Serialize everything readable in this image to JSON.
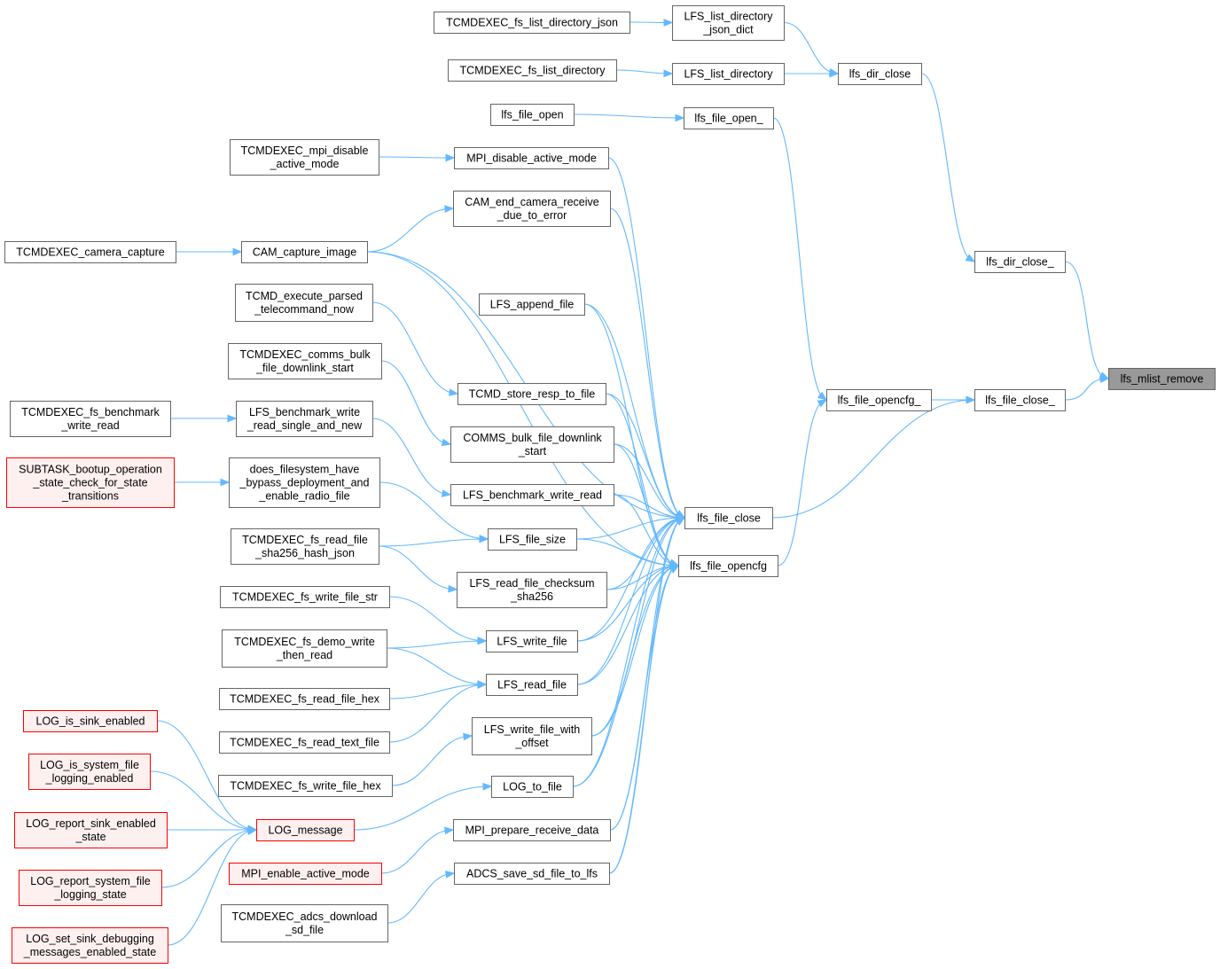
{
  "colors": {
    "edge": "#63b8ff",
    "node_border": "#666666",
    "node_fill": "#ffffff",
    "highlight_fill": "#fff0f0",
    "highlight_border": "#ff0000",
    "target_fill": "#999999"
  },
  "nodes": {
    "lfs_mlist_remove": [
      "lfs_mlist_remove"
    ],
    "lfs_file_close_": [
      "lfs_file_close_"
    ],
    "lfs_dir_close_": [
      "lfs_dir_close_"
    ],
    "lfs_dir_close": [
      "lfs_dir_close"
    ],
    "lfs_file_opencfg_": [
      "lfs_file_opencfg_"
    ],
    "lfs_file_open_": [
      "lfs_file_open_"
    ],
    "lfs_file_close": [
      "lfs_file_close"
    ],
    "lfs_file_opencfg": [
      "lfs_file_opencfg"
    ],
    "LFS_list_directory_json_dict": [
      "LFS_list_directory",
      "_json_dict"
    ],
    "LFS_list_directory": [
      "LFS_list_directory"
    ],
    "TCMDEXEC_fs_list_directory_json": [
      "TCMDEXEC_fs_list_directory_json"
    ],
    "TCMDEXEC_fs_list_directory": [
      "TCMDEXEC_fs_list_directory"
    ],
    "lfs_file_open": [
      "lfs_file_open"
    ],
    "MPI_disable_active_mode": [
      "MPI_disable_active_mode"
    ],
    "TCMDEXEC_mpi_disable_active_mode": [
      "TCMDEXEC_mpi_disable",
      "_active_mode"
    ],
    "CAM_end_camera_receive_due_to_error": [
      "CAM_end_camera_receive",
      "_due_to_error"
    ],
    "CAM_capture_image": [
      "CAM_capture_image"
    ],
    "TCMDEXEC_camera_capture": [
      "TCMDEXEC_camera_capture"
    ],
    "LFS_append_file": [
      "LFS_append_file"
    ],
    "TCMD_execute_parsed_telecommand_now": [
      "TCMD_execute_parsed",
      "_telecommand_now"
    ],
    "TCMD_store_resp_to_file": [
      "TCMD_store_resp_to_file"
    ],
    "TCMDEXEC_comms_bulk_file_downlink_start": [
      "TCMDEXEC_comms_bulk",
      "_file_downlink_start"
    ],
    "COMMS_bulk_file_downlink_start": [
      "COMMS_bulk_file_downlink",
      "_start"
    ],
    "TCMDEXEC_fs_benchmark_write_read": [
      "TCMDEXEC_fs_benchmark",
      "_write_read"
    ],
    "LFS_benchmark_write_read_single_and_new": [
      "LFS_benchmark_write",
      "_read_single_and_new"
    ],
    "LFS_benchmark_write_read": [
      "LFS_benchmark_write_read"
    ],
    "SUBTASK_bootup_operation_state_check_for_state_transitions": [
      "SUBTASK_bootup_operation",
      "_state_check_for_state",
      "_transitions"
    ],
    "does_filesystem_have_bypass_deployment_and_enable_radio_file": [
      "does_filesystem_have",
      "_bypass_deployment_and",
      "_enable_radio_file"
    ],
    "LFS_file_size": [
      "LFS_file_size"
    ],
    "TCMDEXEC_fs_read_file_sha256_hash_json": [
      "TCMDEXEC_fs_read_file",
      "_sha256_hash_json"
    ],
    "LFS_read_file_checksum_sha256": [
      "LFS_read_file_checksum",
      "_sha256"
    ],
    "TCMDEXEC_fs_write_file_str": [
      "TCMDEXEC_fs_write_file_str"
    ],
    "TCMDEXEC_fs_demo_write_then_read": [
      "TCMDEXEC_fs_demo_write",
      "_then_read"
    ],
    "LFS_write_file": [
      "LFS_write_file"
    ],
    "TCMDEXEC_fs_read_file_hex": [
      "TCMDEXEC_fs_read_file_hex"
    ],
    "LFS_read_file": [
      "LFS_read_file"
    ],
    "TCMDEXEC_fs_read_text_file": [
      "TCMDEXEC_fs_read_text_file"
    ],
    "LFS_write_file_with_offset": [
      "LFS_write_file_with",
      "_offset"
    ],
    "TCMDEXEC_fs_write_file_hex": [
      "TCMDEXEC_fs_write_file_hex"
    ],
    "LOG_to_file": [
      "LOG_to_file"
    ],
    "LOG_message": [
      "LOG_message"
    ],
    "MPI_prepare_receive_data": [
      "MPI_prepare_receive_data"
    ],
    "MPI_enable_active_mode": [
      "MPI_enable_active_mode"
    ],
    "ADCS_save_sd_file_to_lfs": [
      "ADCS_save_sd_file_to_lfs"
    ],
    "TCMDEXEC_adcs_download_sd_file": [
      "TCMDEXEC_adcs_download",
      "_sd_file"
    ],
    "LOG_is_sink_enabled": [
      "LOG_is_sink_enabled"
    ],
    "LOG_is_system_file_logging_enabled": [
      "LOG_is_system_file",
      "_logging_enabled"
    ],
    "LOG_report_sink_enabled_state": [
      "LOG_report_sink_enabled",
      "_state"
    ],
    "LOG_report_system_file_logging_state": [
      "LOG_report_system_file",
      "_logging_state"
    ],
    "LOG_set_sink_debugging_messages_enabled_state": [
      "LOG_set_sink_debugging",
      "_messages_enabled_state"
    ]
  },
  "edges": [
    [
      "TCMDEXEC_fs_list_directory_json",
      "LFS_list_directory_json_dict"
    ],
    [
      "LFS_list_directory_json_dict",
      "lfs_dir_close"
    ],
    [
      "TCMDEXEC_fs_list_directory",
      "LFS_list_directory"
    ],
    [
      "LFS_list_directory",
      "lfs_dir_close"
    ],
    [
      "lfs_dir_close",
      "lfs_dir_close_"
    ],
    [
      "lfs_dir_close_",
      "lfs_mlist_remove"
    ],
    [
      "lfs_file_close_",
      "lfs_mlist_remove"
    ],
    [
      "lfs_file_open",
      "lfs_file_open_"
    ],
    [
      "lfs_file_open_",
      "lfs_file_opencfg_"
    ],
    [
      "lfs_file_opencfg_",
      "lfs_file_close_"
    ],
    [
      "lfs_file_close",
      "lfs_file_close_"
    ],
    [
      "lfs_file_opencfg",
      "lfs_file_opencfg_"
    ],
    [
      "TCMDEXEC_mpi_disable_active_mode",
      "MPI_disable_active_mode"
    ],
    [
      "CAM_capture_image",
      "CAM_end_camera_receive_due_to_error"
    ],
    [
      "TCMDEXEC_camera_capture",
      "CAM_capture_image"
    ],
    [
      "TCMD_execute_parsed_telecommand_now",
      "TCMD_store_resp_to_file"
    ],
    [
      "TCMDEXEC_comms_bulk_file_downlink_start",
      "COMMS_bulk_file_downlink_start"
    ],
    [
      "TCMDEXEC_fs_benchmark_write_read",
      "LFS_benchmark_write_read_single_and_new"
    ],
    [
      "LFS_benchmark_write_read_single_and_new",
      "LFS_benchmark_write_read"
    ],
    [
      "SUBTASK_bootup_operation_state_check_for_state_transitions",
      "does_filesystem_have_bypass_deployment_and_enable_radio_file"
    ],
    [
      "does_filesystem_have_bypass_deployment_and_enable_radio_file",
      "LFS_file_size"
    ],
    [
      "TCMDEXEC_fs_read_file_sha256_hash_json",
      "LFS_file_size"
    ],
    [
      "TCMDEXEC_fs_read_file_sha256_hash_json",
      "LFS_read_file_checksum_sha256"
    ],
    [
      "TCMDEXEC_fs_write_file_str",
      "LFS_write_file"
    ],
    [
      "TCMDEXEC_fs_demo_write_then_read",
      "LFS_write_file"
    ],
    [
      "TCMDEXEC_fs_demo_write_then_read",
      "LFS_read_file"
    ],
    [
      "TCMDEXEC_fs_read_file_hex",
      "LFS_read_file"
    ],
    [
      "TCMDEXEC_fs_read_text_file",
      "LFS_read_file"
    ],
    [
      "TCMDEXEC_fs_write_file_hex",
      "LFS_write_file_with_offset"
    ],
    [
      "LOG_message",
      "LOG_to_file"
    ],
    [
      "MPI_enable_active_mode",
      "MPI_prepare_receive_data"
    ],
    [
      "TCMDEXEC_adcs_download_sd_file",
      "ADCS_save_sd_file_to_lfs"
    ],
    [
      "LOG_is_sink_enabled",
      "LOG_message"
    ],
    [
      "LOG_is_system_file_logging_enabled",
      "LOG_message"
    ],
    [
      "LOG_report_sink_enabled_state",
      "LOG_message"
    ],
    [
      "LOG_report_system_file_logging_state",
      "LOG_message"
    ],
    [
      "LOG_set_sink_debugging_messages_enabled_state",
      "LOG_message"
    ],
    [
      "MPI_disable_active_mode",
      "lfs_file_close"
    ],
    [
      "CAM_end_camera_receive_due_to_error",
      "lfs_file_close"
    ],
    [
      "CAM_capture_image",
      "lfs_file_close"
    ],
    [
      "CAM_capture_image",
      "lfs_file_opencfg"
    ],
    [
      "LFS_append_file",
      "lfs_file_close"
    ],
    [
      "LFS_append_file",
      "lfs_file_opencfg"
    ],
    [
      "TCMD_store_resp_to_file",
      "lfs_file_close"
    ],
    [
      "TCMD_store_resp_to_file",
      "lfs_file_opencfg"
    ],
    [
      "COMMS_bulk_file_downlink_start",
      "lfs_file_close"
    ],
    [
      "COMMS_bulk_file_downlink_start",
      "lfs_file_opencfg"
    ],
    [
      "LFS_benchmark_write_read",
      "lfs_file_close"
    ],
    [
      "LFS_benchmark_write_read",
      "lfs_file_opencfg"
    ],
    [
      "LFS_file_size",
      "lfs_file_close"
    ],
    [
      "LFS_file_size",
      "lfs_file_opencfg"
    ],
    [
      "LFS_read_file_checksum_sha256",
      "lfs_file_close"
    ],
    [
      "LFS_read_file_checksum_sha256",
      "lfs_file_opencfg"
    ],
    [
      "LFS_write_file",
      "lfs_file_close"
    ],
    [
      "LFS_write_file",
      "lfs_file_opencfg"
    ],
    [
      "LFS_read_file",
      "lfs_file_close"
    ],
    [
      "LFS_read_file",
      "lfs_file_opencfg"
    ],
    [
      "LFS_write_file_with_offset",
      "lfs_file_close"
    ],
    [
      "LFS_write_file_with_offset",
      "lfs_file_opencfg"
    ],
    [
      "LOG_to_file",
      "lfs_file_close"
    ],
    [
      "LOG_to_file",
      "lfs_file_opencfg"
    ],
    [
      "MPI_prepare_receive_data",
      "lfs_file_close"
    ],
    [
      "MPI_prepare_receive_data",
      "lfs_file_opencfg"
    ],
    [
      "ADCS_save_sd_file_to_lfs",
      "lfs_file_close"
    ],
    [
      "ADCS_save_sd_file_to_lfs",
      "lfs_file_opencfg"
    ]
  ]
}
